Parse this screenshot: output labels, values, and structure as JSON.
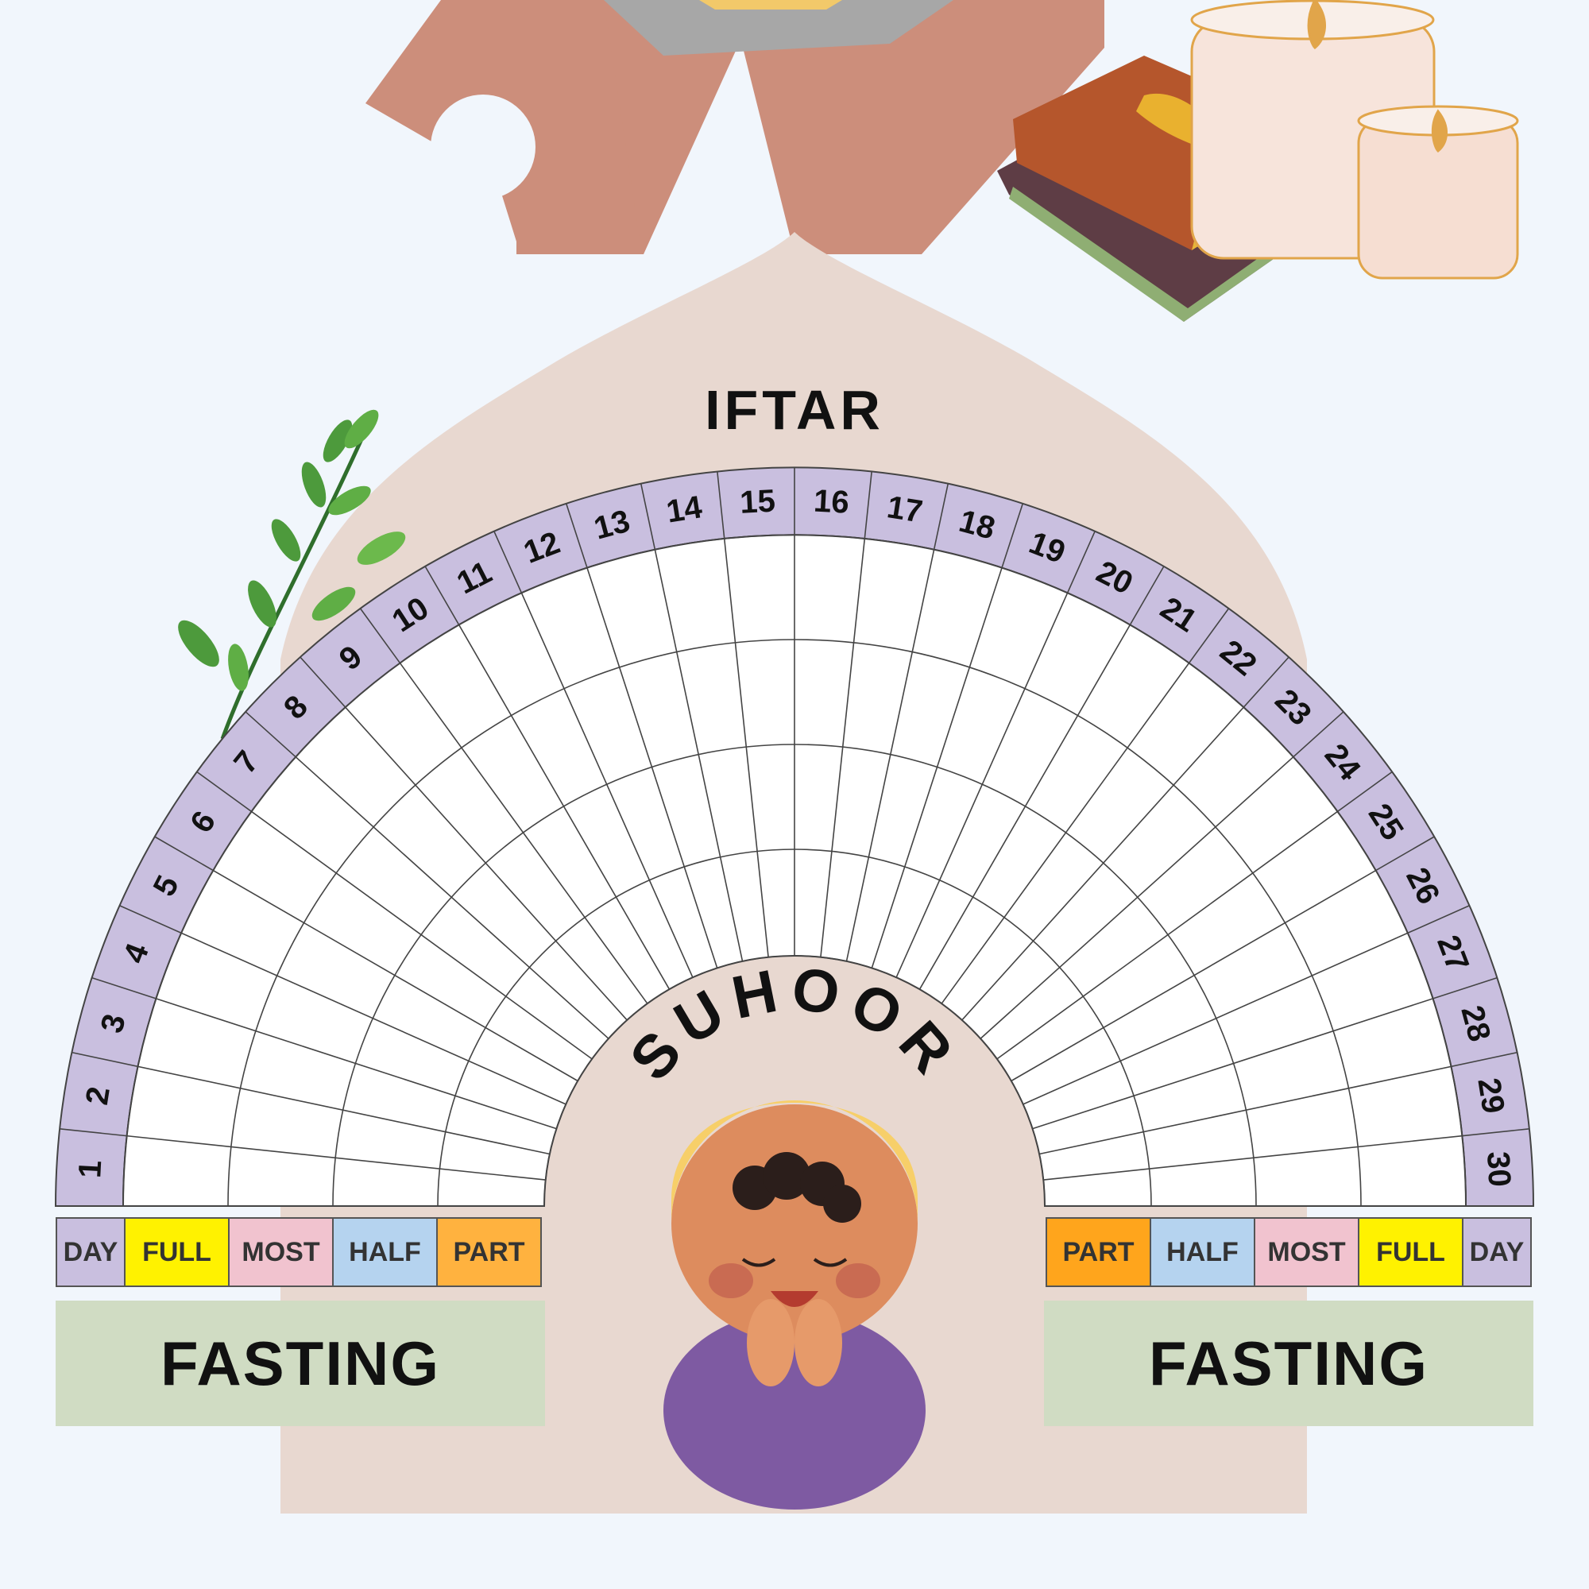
{
  "title": "IFTAR",
  "inner_title": "SUHOOR",
  "days": [
    "1",
    "2",
    "3",
    "4",
    "5",
    "6",
    "7",
    "8",
    "9",
    "10",
    "11",
    "12",
    "13",
    "14",
    "15",
    "16",
    "17",
    "18",
    "19",
    "20",
    "21",
    "22",
    "23",
    "24",
    "25",
    "26",
    "27",
    "28",
    "29",
    "30"
  ],
  "legend": {
    "left": [
      {
        "label": "DAY",
        "color": "#c9bfdf"
      },
      {
        "label": "FULL",
        "color": "#fff200"
      },
      {
        "label": "MOST",
        "color": "#f1c3cf"
      },
      {
        "label": "HALF",
        "color": "#b5d3ef"
      },
      {
        "label": "PART",
        "color": "#ffb23f"
      }
    ],
    "right": [
      {
        "label": "PART",
        "color": "#ffa51c"
      },
      {
        "label": "HALF",
        "color": "#b5d3ef"
      },
      {
        "label": "MOST",
        "color": "#f1c3cf"
      },
      {
        "label": "FULL",
        "color": "#fff200"
      },
      {
        "label": "DAY",
        "color": "#c9bfdf"
      }
    ]
  },
  "fasting_left": "FASTING",
  "fasting_right": "FASTING",
  "colors": {
    "background": "#f1f6fc",
    "dome": "#e8d8d0",
    "day_band": "#c9bfdf",
    "ribbon": "#cc8e7b",
    "fasting_bg": "#d0dcc3"
  },
  "decorations": [
    "ribbon-icon",
    "books-icon",
    "candles-icon",
    "leaf-branch-icon",
    "praying-child-icon"
  ]
}
